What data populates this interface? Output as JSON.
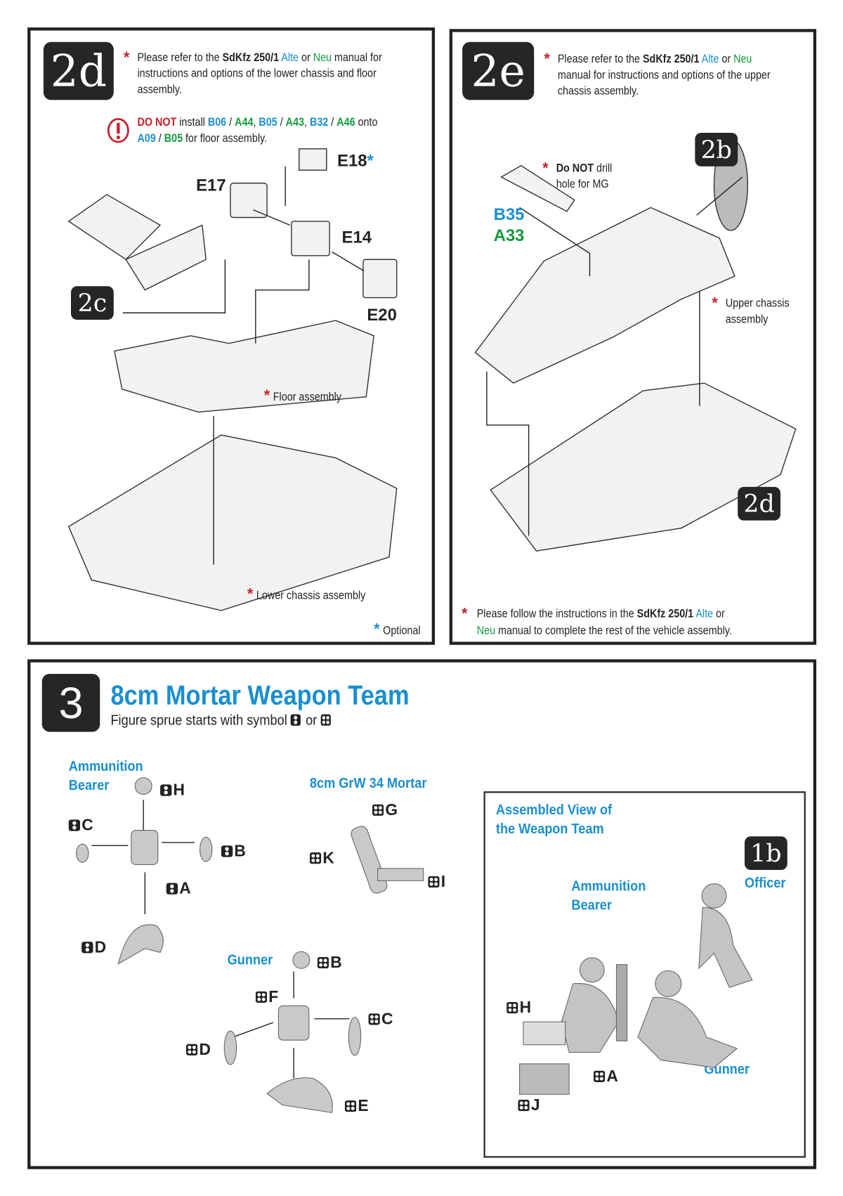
{
  "panel_2d": {
    "badge": "2d",
    "note": {
      "prefix": "Please refer to the ",
      "model": "SdKfz 250/1",
      "alte": "Alte",
      "or": " or ",
      "neu": "Neu",
      "rest1": " manual for",
      "line2": "instructions and options of the lower chassis and floor",
      "line3": "assembly."
    },
    "warning": {
      "do_not": "DO NOT",
      "install": " install ",
      "p1": "B06",
      "s1": " / ",
      "p2": "A44",
      "c1": ", ",
      "p3": "B05",
      "s2": " / ",
      "p4": "A43",
      "c2": ", ",
      "p5": "B32",
      "s3": " / ",
      "p6": "A46",
      "onto": " onto",
      "p7": "A09",
      "s4": " / ",
      "p8": "B05",
      "tail": " for floor assembly."
    },
    "parts": {
      "e18": "E18",
      "e18_star": "*",
      "e17": "E17",
      "e14": "E14",
      "e20": "E20"
    },
    "ref_badge": "2c",
    "floor_label": "Floor assembly",
    "lower_label": "Lower chassis assembly",
    "optional": "Optional"
  },
  "panel_2e": {
    "badge": "2e",
    "note": {
      "prefix": "Please refer to the ",
      "model": "SdKfz 250/1",
      "alte": "Alte",
      "or": " or ",
      "neu": "Neu",
      "line2": "manual for instructions and options of the upper",
      "line3": "chassis assembly."
    },
    "drill": {
      "do_not": "Do NOT",
      "rest": " drill",
      "line2": "hole for MG"
    },
    "parts": {
      "b35": "B35",
      "a33": "A33"
    },
    "ref_badge_2b": "2b",
    "ref_badge_2d": "2d",
    "upper_label": {
      "line1": "Upper chassis",
      "line2": "assembly"
    },
    "follow": {
      "prefix": "Please follow the instructions in the ",
      "model": "SdKfz 250/1",
      "alte": "Alte",
      "or": " or",
      "neu": "Neu",
      "rest": " manual to complete the rest of the vehicle assembly."
    }
  },
  "panel_3": {
    "badge": "3",
    "title": "8cm Mortar Weapon Team",
    "subtitle": "Figure sprue starts with symbol",
    "subtitle_or": "or",
    "ammo_bearer": {
      "label1": "Ammunition",
      "label2": "Bearer",
      "parts": {
        "h": "H",
        "c": "C",
        "b": "B",
        "a": "A",
        "d": "D"
      }
    },
    "mortar": {
      "label": "8cm GrW 34 Mortar",
      "parts": {
        "g": "G",
        "k": "K",
        "i": "I"
      }
    },
    "gunner": {
      "label": "Gunner",
      "parts": {
        "b": "B",
        "f": "F",
        "c": "C",
        "d": "D",
        "e": "E"
      }
    },
    "assembled": {
      "title1": "Assembled View of",
      "title2": "the Weapon Team",
      "ref_badge": "1b",
      "officer": "Officer",
      "ammo1": "Ammunition",
      "ammo2": "Bearer",
      "gunner": "Gunner",
      "parts": {
        "h": "H",
        "a": "A",
        "j": "J"
      }
    }
  },
  "colors": {
    "blue": "#1a8fce",
    "green": "#139a3e",
    "red": "#c8202c",
    "badge": "#262626"
  }
}
